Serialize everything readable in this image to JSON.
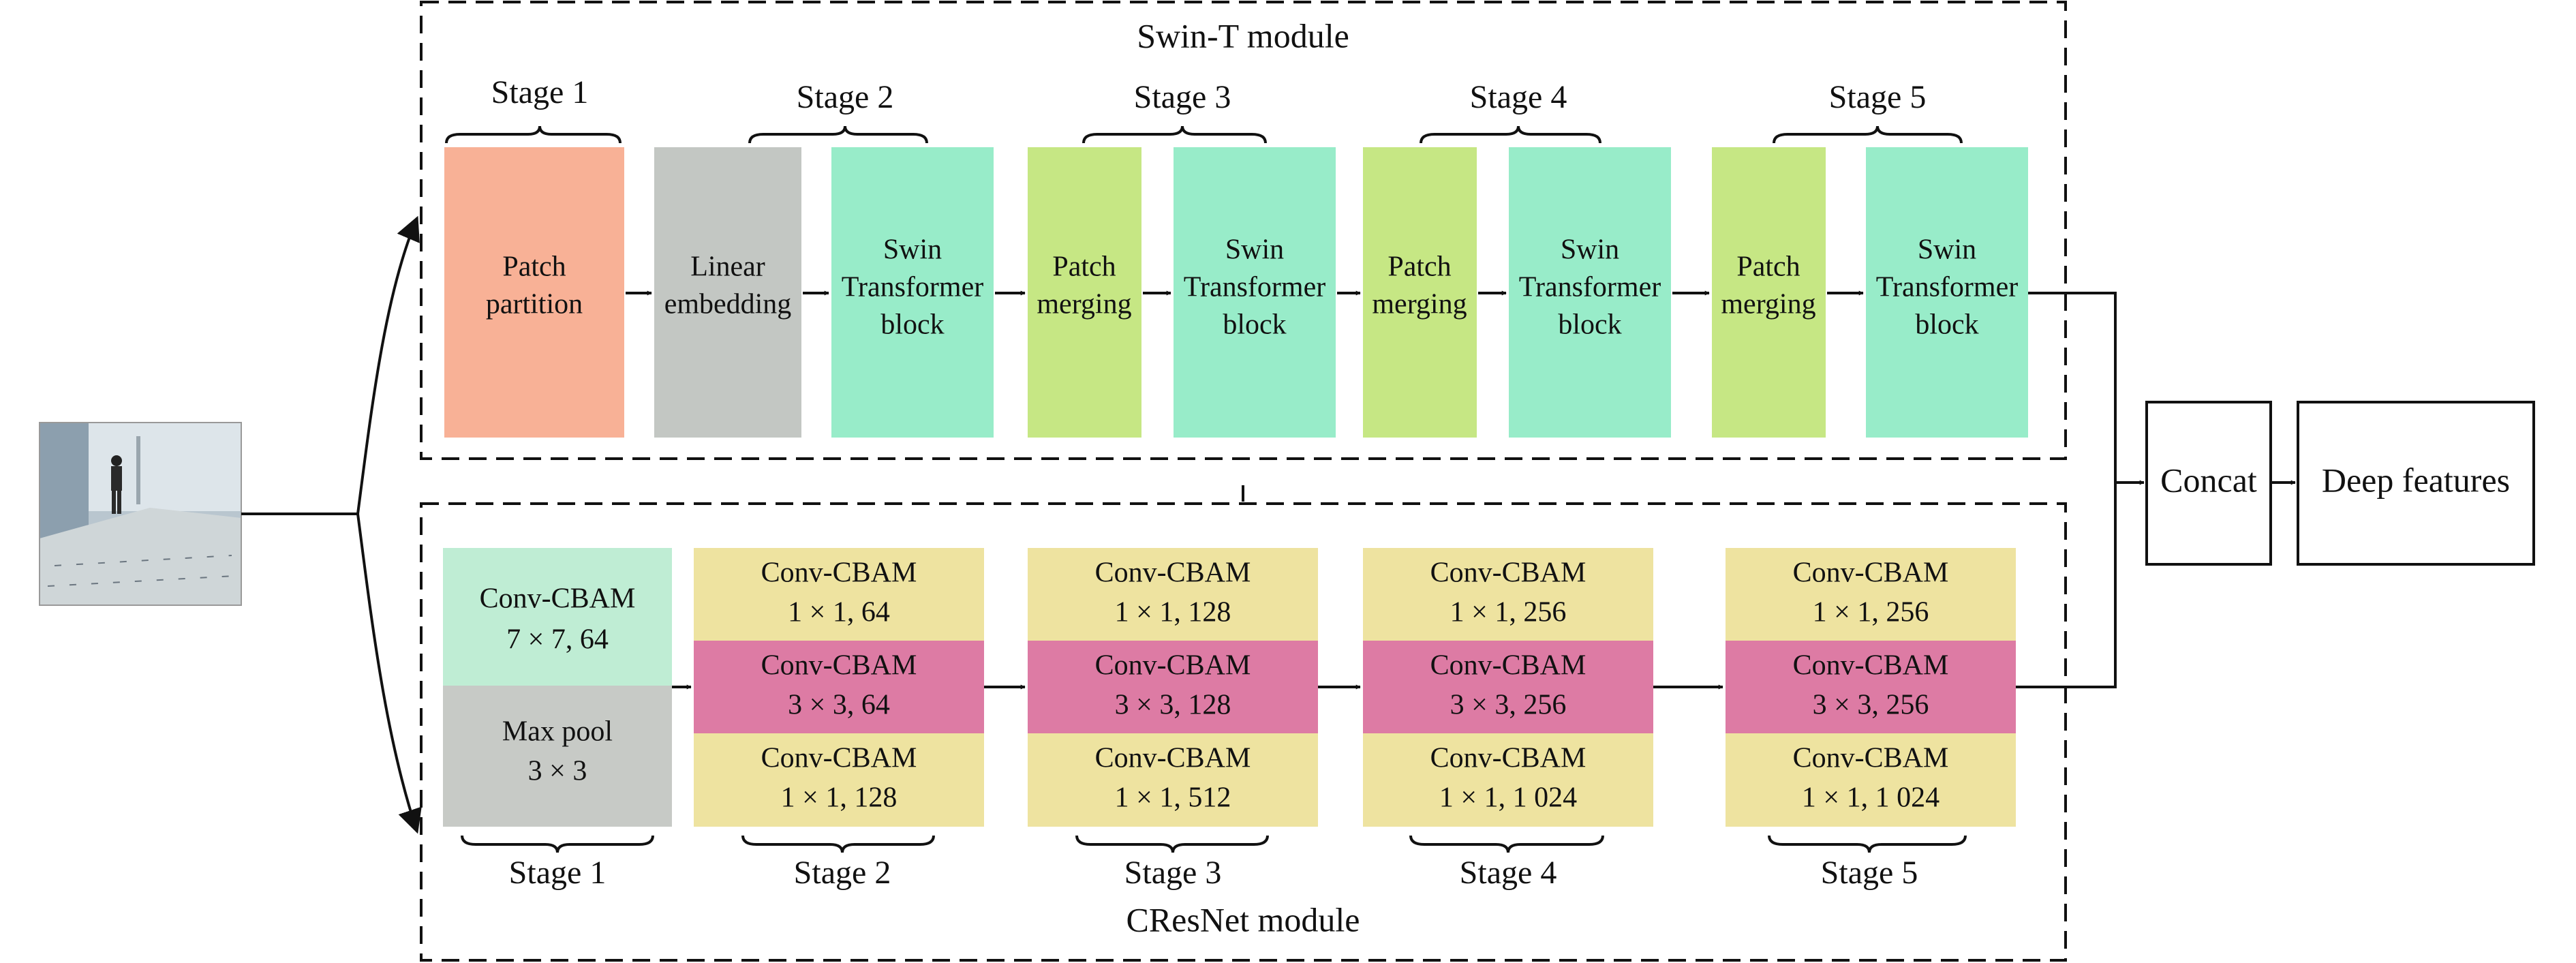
{
  "colors": {
    "patch_partition": "#f8b196",
    "linear_embedding": "#c3c7c3",
    "swin_block": "#98ecc9",
    "patch_merging": "#c6e784",
    "conv_top": "#bfedd4",
    "max_pool": "#c7cac6",
    "conv_yellow": "#eee3a0",
    "conv_pink": "#dd7ba4"
  },
  "swin": {
    "title": "Swin-T module",
    "stages": [
      "Stage 1",
      "Stage 2",
      "Stage 3",
      "Stage 4",
      "Stage 5"
    ],
    "blocks": {
      "patch_partition": [
        "Patch",
        "partition"
      ],
      "linear_embedding": [
        "Linear",
        "embedding"
      ],
      "swin_block": [
        "Swin",
        "Transformer",
        "block"
      ],
      "patch_merging": [
        "Patch",
        "merging"
      ]
    }
  },
  "cresnet": {
    "title": "CResNet module",
    "stages": [
      "Stage 1",
      "Stage 2",
      "Stage 3",
      "Stage 4",
      "Stage 5"
    ],
    "stage1": {
      "conv": [
        "Conv-CBAM",
        "7 × 7, 64"
      ],
      "pool": [
        "Max pool",
        "3 × 3"
      ]
    },
    "conv_label": "Conv-CBAM",
    "stack_params": [
      [
        "1 × 1, 64",
        "3 × 3, 64",
        "1 × 1, 128"
      ],
      [
        "1 × 1, 128",
        "3 × 3, 128",
        "1 × 1, 512"
      ],
      [
        "1 × 1, 256",
        "3 × 3, 256",
        "1 × 1, 1 024"
      ],
      [
        "1 × 1, 256",
        "3 × 3, 256",
        "1 × 1, 1 024"
      ]
    ]
  },
  "concat_label": "Concat",
  "output_label": "Deep features",
  "input_image": "person-standing-in-room"
}
